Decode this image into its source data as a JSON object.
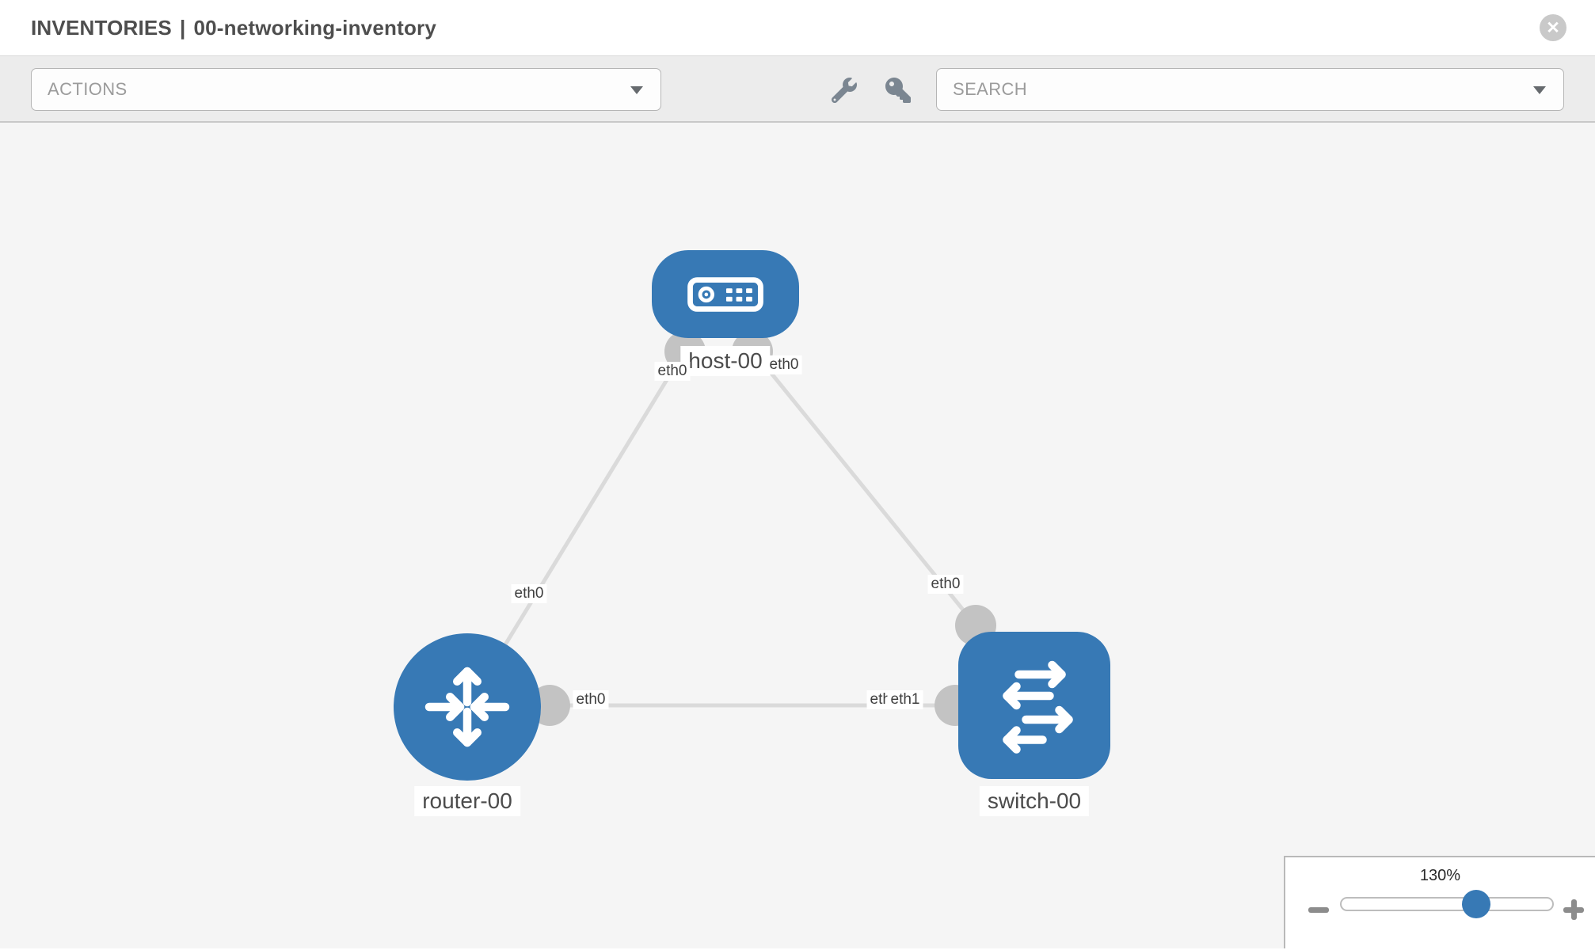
{
  "header": {
    "title_prefix": "INVENTORIES",
    "separator": "|",
    "inventory_name": "00-networking-inventory"
  },
  "toolbar": {
    "actions_label": "ACTIONS",
    "search_label": "SEARCH",
    "icons": [
      "wrench-icon",
      "key-icon"
    ]
  },
  "topology": {
    "nodes": [
      {
        "id": "host-00",
        "type": "host",
        "label": "host-00"
      },
      {
        "id": "router-00",
        "type": "router",
        "label": "router-00"
      },
      {
        "id": "switch-00",
        "type": "switch",
        "label": "switch-00"
      }
    ],
    "links": [
      {
        "from": "host-00",
        "to": "router-00",
        "from_interface": "eth0",
        "to_interface": "eth0"
      },
      {
        "from": "host-00",
        "to": "switch-00",
        "from_interface": "eth0",
        "to_interface": "eth0"
      },
      {
        "from": "router-00",
        "to": "switch-00",
        "from_interface": "eth0",
        "to_interface": "eth1",
        "to_interface_overlap": "eth0"
      }
    ]
  },
  "zoom": {
    "level": "130%",
    "out_icon": "minus",
    "in_icon": "plus"
  },
  "icons": {
    "close": "✕"
  },
  "colors": {
    "node_blue": "#3779b5",
    "port_gray": "#c3c3c3",
    "link_gray": "#dadada",
    "toolbar_bg": "#ececec",
    "canvas_bg": "#f5f5f5"
  }
}
